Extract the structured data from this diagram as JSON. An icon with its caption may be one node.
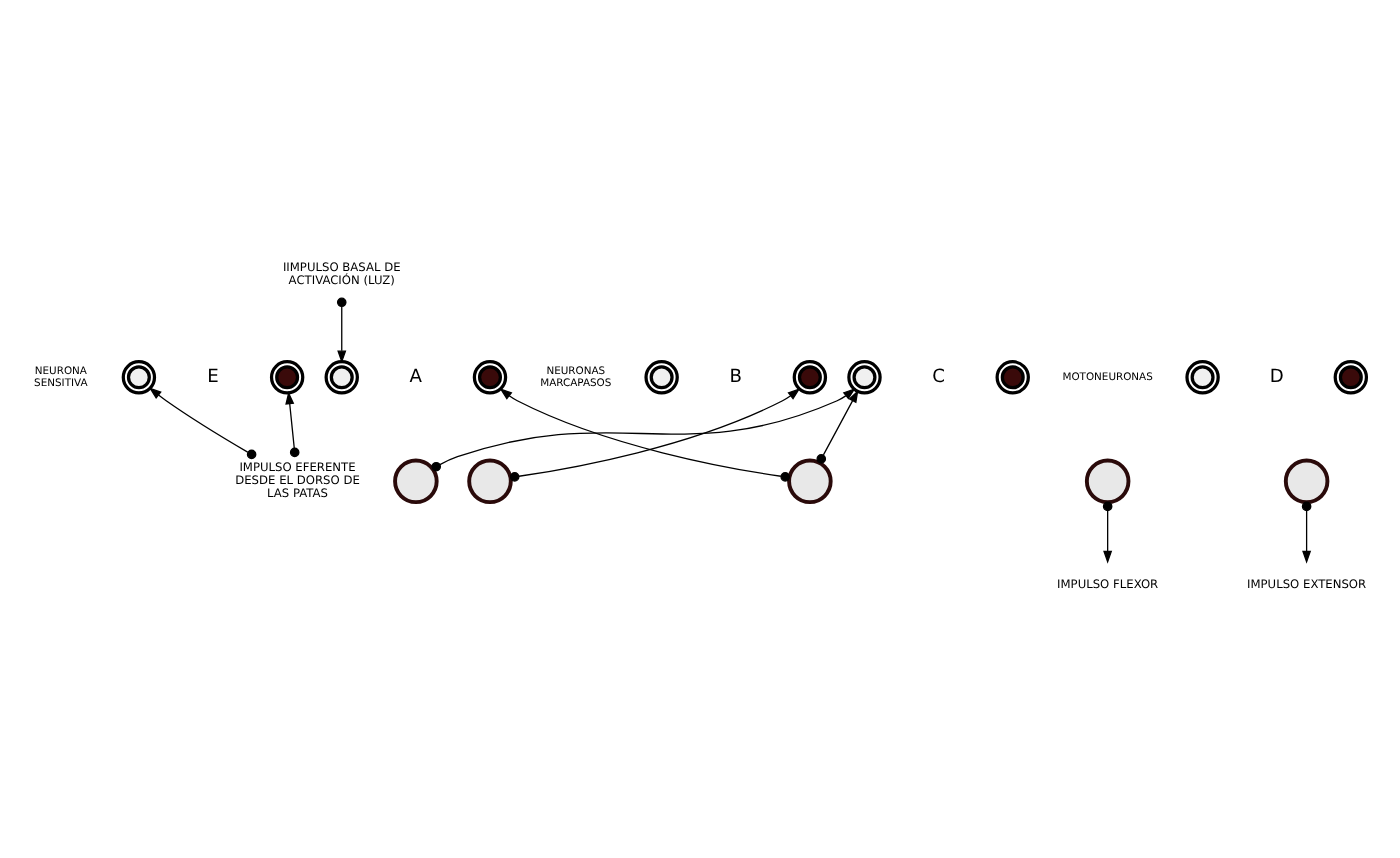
{
  "diagram": {
    "nodes": [
      {
        "text": [
          "IIMPULSO BASAL DE ACTIVACIÓN (LUZ)"
        ]
      },
      {
        "text": [
          "IMPULSO EFERENTE DESDE EL DORSO DE LAS PATAS"
        ]
      },
      {
        "text": [],
        "shape": "circle"
      },
      {
        "text": [],
        "shape": "circle"
      },
      {
        "text": [],
        "shape": "circle"
      },
      {
        "text": [],
        "shape": "circle"
      },
      {
        "text": [],
        "shape": "circle"
      },
      {
        "text": [],
        "shape": "circle"
      },
      {
        "text": [],
        "shape": "circle"
      },
      {
        "text": [],
        "shape": "circle"
      },
      {
        "text": [],
        "shape": "circle"
      },
      {
        "text": [],
        "shape": "circle"
      },
      {
        "text": [],
        "shape": "circle"
      },
      {
        "text": [],
        "shape": "circle"
      },
      {
        "text": [],
        "shape": "circle"
      },
      {
        "text": [],
        "shape": "circle"
      },
      {
        "text": [],
        "shape": "circle"
      },
      {
        "text": [
          "IMPULSO EXTENSOR"
        ]
      },
      {
        "text": [
          "IMPULSO FLEXOR"
        ]
      }
    ],
    "edges": [
      {
        "from": 0,
        "to": 4,
        "arrow": "to"
      },
      {
        "from": 1,
        "to": 2,
        "arrow": "to"
      },
      {
        "from": 1,
        "to": 3,
        "arrow": "to"
      },
      {
        "from": 14,
        "to": 5,
        "arrow": "to"
      },
      {
        "from": 13,
        "to": 7,
        "arrow": "to"
      },
      {
        "from": 14,
        "to": 8,
        "arrow": "to"
      },
      {
        "from": 12,
        "to": 8,
        "arrow": "to"
      },
      {
        "from": 15,
        "to": 18,
        "arrow": "to"
      },
      {
        "from": 16,
        "to": 17,
        "arrow": "to"
      }
    ],
    "labels": [
      "NEURONA SENSITIVA",
      "E",
      "A",
      "NEURONAS MARCAPASOS",
      "B",
      "C",
      "MOTONEURONAS",
      "D"
    ]
  }
}
